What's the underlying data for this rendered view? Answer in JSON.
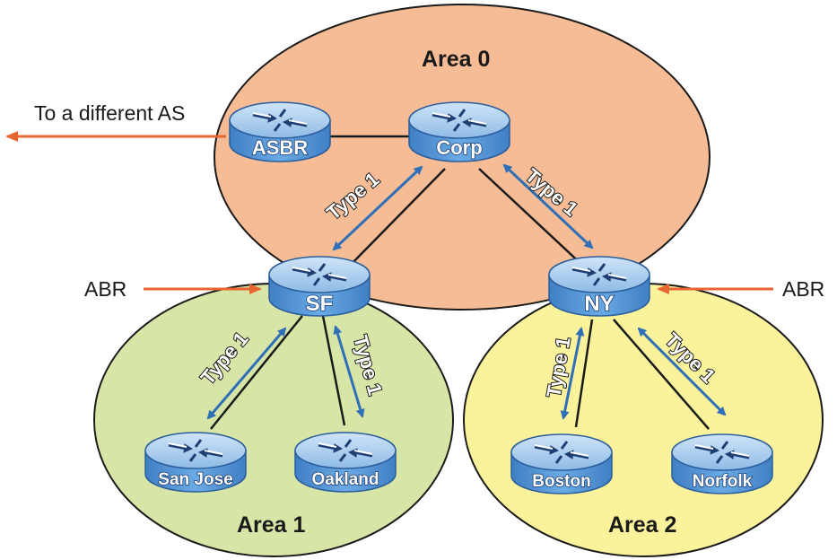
{
  "areas": {
    "area0": {
      "title": "Area 0"
    },
    "area1": {
      "title": "Area 1"
    },
    "area2": {
      "title": "Area 2"
    }
  },
  "routers": {
    "asbr": {
      "name": "ASBR"
    },
    "corp": {
      "name": "Corp"
    },
    "sf": {
      "name": "SF"
    },
    "ny": {
      "name": "NY"
    },
    "san_jose": {
      "name": "San Jose"
    },
    "oakland": {
      "name": "Oakland"
    },
    "boston": {
      "name": "Boston"
    },
    "norfolk": {
      "name": "Norfolk"
    }
  },
  "labels": {
    "external": "To a different AS",
    "abr_left": "ABR",
    "abr_right": "ABR"
  },
  "lsa_labels": {
    "sf_corp": "Type 1",
    "corp_ny": "Type 1",
    "sf_san_jose": "Type 1",
    "sf_oakland": "Type 1",
    "ny_boston": "Type 1",
    "ny_norfolk": "Type 1"
  },
  "colors": {
    "area0_fill": "#f6bc95",
    "area1_fill": "#d7e6a6",
    "area2_fill": "#fbf39b",
    "router_body": "#5f9ed9",
    "router_top": "#a9cdf0",
    "lsa_arrow": "#2f6fb8",
    "pointer_arrow": "#e8662f"
  }
}
